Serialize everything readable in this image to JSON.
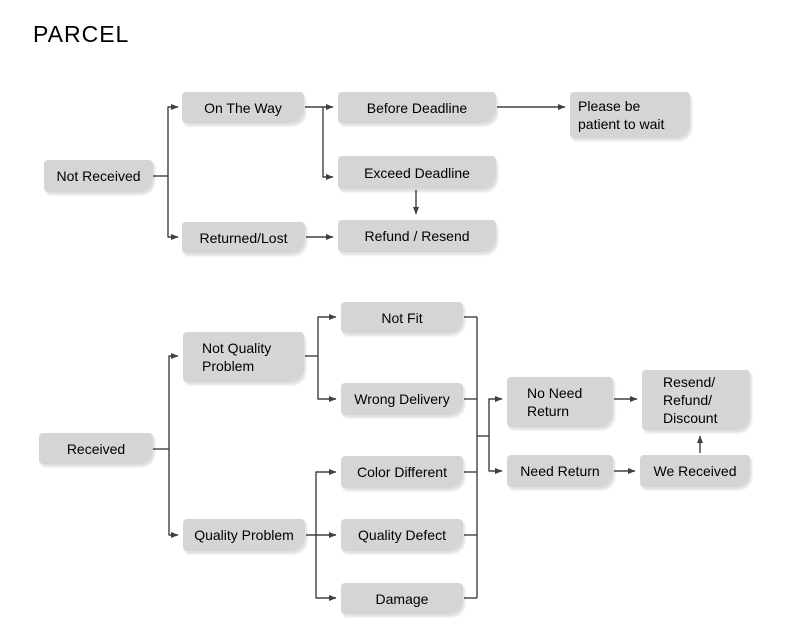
{
  "title": "PARCEL",
  "colors": {
    "node_fill": "#d5d5d5",
    "connector": "#404040",
    "text": "#000000",
    "background": "#ffffff"
  },
  "diagram": {
    "type": "flowchart",
    "nodes": {
      "not_received": {
        "label": "Not Received"
      },
      "on_the_way": {
        "label": "On The Way"
      },
      "returned_lost": {
        "label": "Returned/Lost"
      },
      "before_deadline": {
        "label": "Before Deadline"
      },
      "exceed_deadline": {
        "label": "Exceed Deadline"
      },
      "refund_resend": {
        "label": "Refund / Resend"
      },
      "please_wait": {
        "label": "Please be\npatient to wait"
      },
      "received": {
        "label": "Received"
      },
      "not_quality_problem": {
        "label": "Not Quality\nProblem"
      },
      "quality_problem": {
        "label": "Quality Problem"
      },
      "not_fit": {
        "label": "Not Fit"
      },
      "wrong_delivery": {
        "label": "Wrong Delivery"
      },
      "color_different": {
        "label": "Color Different"
      },
      "quality_defect": {
        "label": "Quality Defect"
      },
      "damage": {
        "label": "Damage"
      },
      "no_need_return": {
        "label": "No Need\nReturn"
      },
      "need_return": {
        "label": "Need Return"
      },
      "resend_refund_discount": {
        "label": "Resend/\nRefund/\nDiscount"
      },
      "we_received": {
        "label": "We Received"
      }
    },
    "edges": [
      {
        "from": "not_received",
        "to": "on_the_way"
      },
      {
        "from": "not_received",
        "to": "returned_lost"
      },
      {
        "from": "on_the_way",
        "to": "before_deadline"
      },
      {
        "from": "on_the_way",
        "to": "exceed_deadline"
      },
      {
        "from": "before_deadline",
        "to": "please_wait"
      },
      {
        "from": "exceed_deadline",
        "to": "refund_resend"
      },
      {
        "from": "returned_lost",
        "to": "refund_resend"
      },
      {
        "from": "received",
        "to": "not_quality_problem"
      },
      {
        "from": "received",
        "to": "quality_problem"
      },
      {
        "from": "not_quality_problem",
        "to": "not_fit"
      },
      {
        "from": "not_quality_problem",
        "to": "wrong_delivery"
      },
      {
        "from": "quality_problem",
        "to": "color_different"
      },
      {
        "from": "quality_problem",
        "to": "quality_defect"
      },
      {
        "from": "quality_problem",
        "to": "damage"
      },
      {
        "from": [
          "not_fit",
          "wrong_delivery",
          "color_different",
          "quality_defect",
          "damage"
        ],
        "to": [
          "no_need_return",
          "need_return"
        ]
      },
      {
        "from": "no_need_return",
        "to": "resend_refund_discount"
      },
      {
        "from": "need_return",
        "to": "we_received"
      },
      {
        "from": "we_received",
        "to": "resend_refund_discount"
      }
    ]
  }
}
